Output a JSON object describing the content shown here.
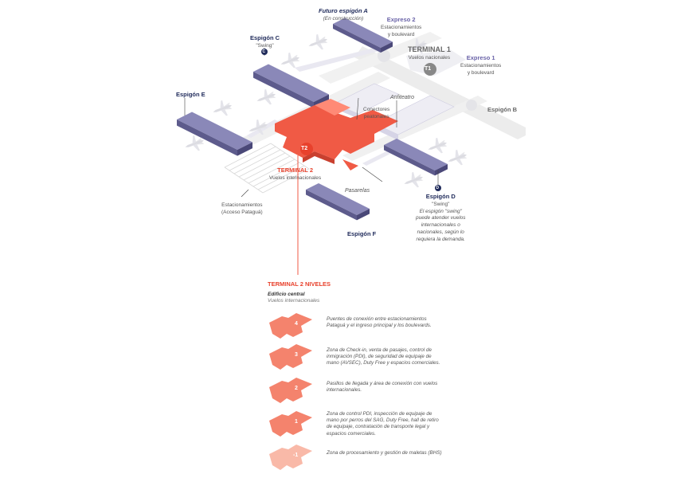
{
  "labels": {
    "futuro_a_title": "Futuro espigón A",
    "futuro_a_sub": "(En construcción)",
    "expreso2_title": "Expreso 2",
    "expreso2_sub1": "Estacionamientos",
    "expreso2_sub2": "y boulevard",
    "espigon_c_title": "Espigón C",
    "espigon_c_sub": "\"Swing\"",
    "espigon_c_badge": "C",
    "terminal1_title": "TERMINAL 1",
    "terminal1_sub": "Vuelos nacionales",
    "t1_badge": "T1",
    "expreso1_title": "Expreso 1",
    "expreso1_sub1": "Estacionamientos",
    "expreso1_sub2": "y boulevard",
    "espigon_e_title": "Espigón E",
    "anfiteatro": "Anfiteatro",
    "conectores1": "Conectores",
    "conectores2": "peatonales",
    "espigon_b_title": "Espigón B",
    "t2_badge": "T2",
    "terminal2_title": "TERMINAL 2",
    "terminal2_sub": "Vuelos internacionales",
    "pasarelas": "Pasarelas",
    "estac1": "Estacionamientos",
    "estac2": "(Acceso Pataguá)",
    "espigon_d_title": "Espigón D",
    "espigon_d_badge": "D",
    "espigon_d_sub": "\"Swing\"",
    "espigon_d_note1": "El espigón \"swing\"",
    "espigon_d_note2": "puede atender vuelos",
    "espigon_d_note3": "internacionales o",
    "espigon_d_note4": "nacionales, según lo",
    "espigon_d_note5": "requiera la demanda.",
    "espigon_f_title": "Espigón F"
  },
  "levels": {
    "title": "TERMINAL 2 NIVELES",
    "building": "Edificio central",
    "building_sub": "Vuelos internacionales",
    "items": [
      {
        "num": "4",
        "desc": "Puentes de conexión entre estacionamientos Pataguá y el ingreso principal y los boulevards."
      },
      {
        "num": "3",
        "desc": "Zona de Check-in, venta de pasajes, control de inmigración (PDI), de seguridad de equipaje de mano (AVSEC), Duty Free y espacios comerciales."
      },
      {
        "num": "2",
        "desc": "Pasillos de llegada y área de conexión con vuelos internacionales."
      },
      {
        "num": "1",
        "desc": "Zona de control PDI, inspección de equipaje de mano por perros del SAG, Duty Free, hall de retiro de equipaje, contratación de transporte legal y espacios comerciales."
      },
      {
        "num": "-1",
        "desc": "Zona de procesamiento y gestión de maletas (BHS)"
      }
    ]
  },
  "colors": {
    "pier": "#8a88b8",
    "pier_dark": "#5d5b8c",
    "t2_red": "#f05a45",
    "t1_light": "#e8e7f1",
    "road": "#eeeeee",
    "navy": "#1f2a5a"
  }
}
